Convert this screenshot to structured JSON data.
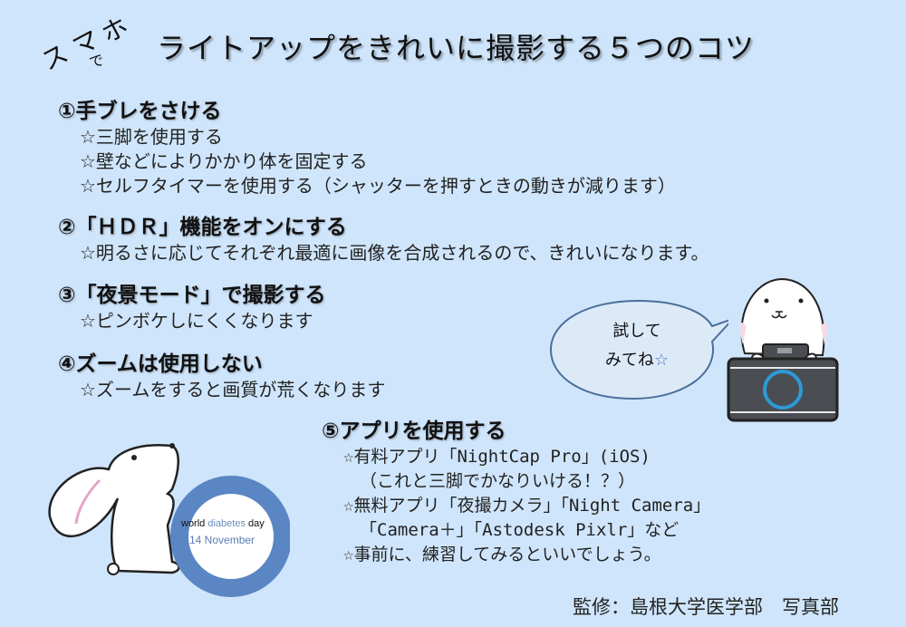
{
  "header": {
    "deco_chars": [
      "ス",
      "マ",
      "ホ"
    ],
    "deco_de": "で",
    "title": "ライトアップをきれいに撮影する５つのコツ"
  },
  "sections": [
    {
      "heading": "①手ブレをさける",
      "items": [
        "☆三脚を使用する",
        "☆壁などによりかかり体を固定する",
        "☆セルフタイマーを使用する（シャッターを押すときの動きが減ります）"
      ]
    },
    {
      "heading": "②「ＨＤＲ」機能をオンにする",
      "items": [
        "☆明るさに応じてそれぞれ最適に画像を合成されるので、きれいになります。"
      ]
    },
    {
      "heading": "③「夜景モード」で撮影する",
      "items": [
        "☆ピンボケしにくくなります"
      ]
    },
    {
      "heading": "④ズームは使用しない",
      "items": [
        "☆ズームをすると画質が荒くなります"
      ]
    },
    {
      "heading": "⑤アプリを使用する",
      "items": [
        "☆有料アプリ「NightCap Pro」(iOS)",
        "（これと三脚でかなりいける！？）",
        "☆無料アプリ「夜撮カメラ」「Night Camera」",
        "「Camera＋」「Astodesk Pixlr」など",
        "☆事前に、練習してみるといいでしょう。"
      ]
    }
  ],
  "bubble": {
    "line1": "試して",
    "line2": "みてね",
    "star": "☆"
  },
  "logo": {
    "word1": "world",
    "word2": "diabetes",
    "word3": "day",
    "date": "14 November"
  },
  "footer": {
    "supervision": "監修：島根大学医学部　写真部"
  },
  "colors": {
    "background": "#cfe5fb",
    "bubble_fill": "#dceaf8",
    "bubble_stroke": "#4a6f9a",
    "logo_ring": "#5b86c4",
    "camera_body": "#4a4d52",
    "camera_lens": "#2d9ad6"
  }
}
